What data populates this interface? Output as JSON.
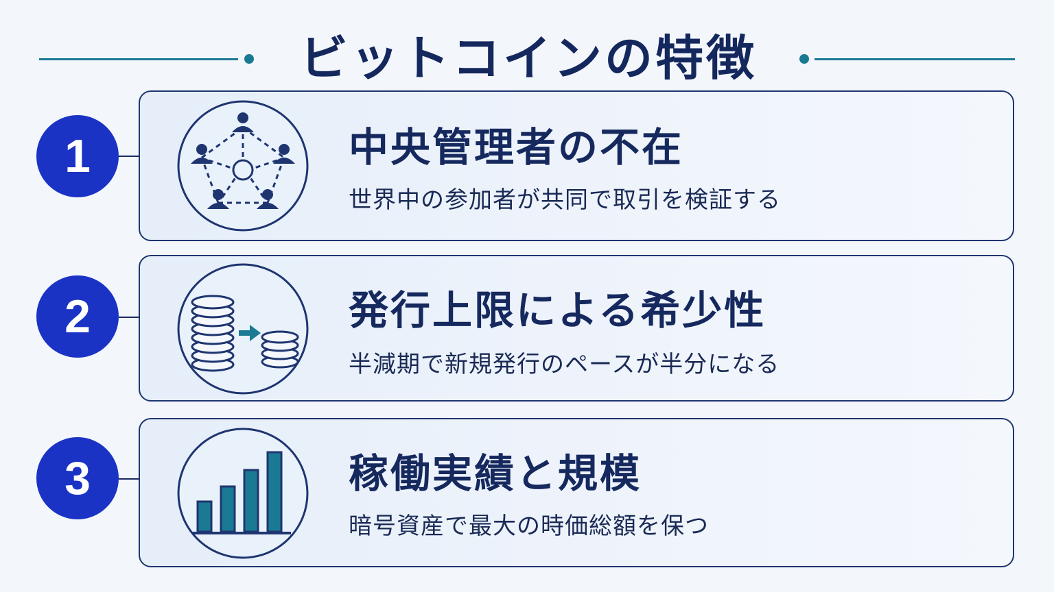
{
  "title": "ビットコインの特徴",
  "colors": {
    "navy": "#14285e",
    "badge_blue": "#1a33c4",
    "accent_teal": "#1a7a94",
    "card_background": "#e8f0fa"
  },
  "features": [
    {
      "number": "1",
      "heading": "中央管理者の不在",
      "description": "世界中の参加者が共同で取引を検証する",
      "icon": "network-icon"
    },
    {
      "number": "2",
      "heading": "発行上限による希少性",
      "description": "半減期で新規発行のペースが半分になる",
      "icon": "coin-stacks-icon"
    },
    {
      "number": "3",
      "heading": "稼働実績と規模",
      "description": "暗号資産で最大の時価総額を保つ",
      "icon": "bar-chart-icon"
    }
  ]
}
